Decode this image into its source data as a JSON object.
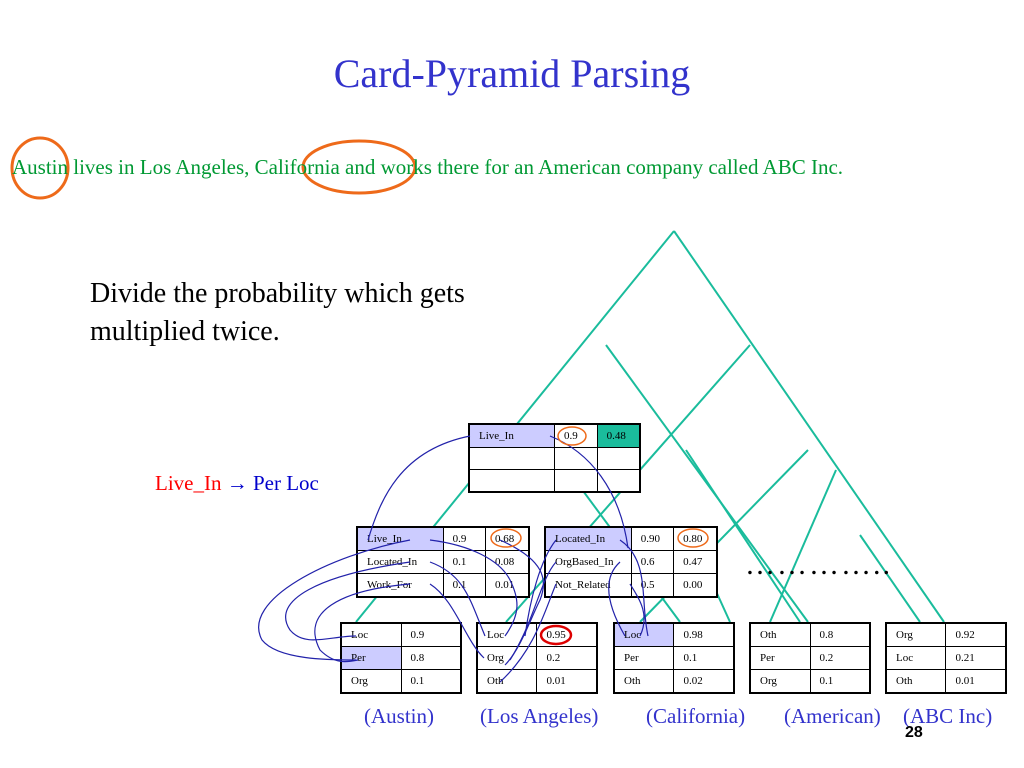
{
  "title": "Card-Pyramid Parsing",
  "sentence": "Austin lives in Los Angeles, California and works there for an American company called ABC Inc.",
  "note": "Divide the probability which gets multiplied twice.",
  "rule": {
    "relation": "Live_In",
    "arrow": "→",
    "args": "Per Loc"
  },
  "ellipsis": "…………..",
  "page_number": "28",
  "tables": {
    "top": [
      [
        "Live_In",
        "0.9",
        "0.48"
      ],
      [
        "",
        "",
        ""
      ],
      [
        "",
        "",
        ""
      ]
    ],
    "mid1": [
      [
        "Live_In",
        "0.9",
        "0.68"
      ],
      [
        "Located_In",
        "0.1",
        "0.08"
      ],
      [
        "Work_For",
        "0.1",
        "0.01"
      ]
    ],
    "mid2": [
      [
        "Located_In",
        "0.90",
        "0.80"
      ],
      [
        "OrgBased_In",
        "0.6",
        "0.47"
      ],
      [
        "Not_Related",
        "0.5",
        "0.00"
      ]
    ],
    "austin": [
      [
        "Loc",
        "0.9"
      ],
      [
        "Per",
        "0.8"
      ],
      [
        "Org",
        "0.1"
      ]
    ],
    "losangeles": [
      [
        "Loc",
        "0.95"
      ],
      [
        "Org",
        "0.2"
      ],
      [
        "Oth",
        "0.01"
      ]
    ],
    "california": [
      [
        "Loc",
        "0.98"
      ],
      [
        "Per",
        "0.1"
      ],
      [
        "Oth",
        "0.02"
      ]
    ],
    "american": [
      [
        "Oth",
        "0.8"
      ],
      [
        "Per",
        "0.2"
      ],
      [
        "Org",
        "0.1"
      ]
    ],
    "abcinc": [
      [
        "Org",
        "0.92"
      ],
      [
        "Loc",
        "0.21"
      ],
      [
        "Oth",
        "0.01"
      ]
    ]
  },
  "captions": [
    "(Austin)",
    "(Los Angeles)",
    "(California)",
    "(American)",
    "(ABC Inc)"
  ],
  "colors": {
    "title": "#3333cc",
    "sentence": "#009933",
    "pyramid": "#1abc9c",
    "highlight": "#ccccff",
    "circle_orange": "#ee6a1a",
    "circle_red": "#dd0000",
    "links": "#2222aa"
  }
}
